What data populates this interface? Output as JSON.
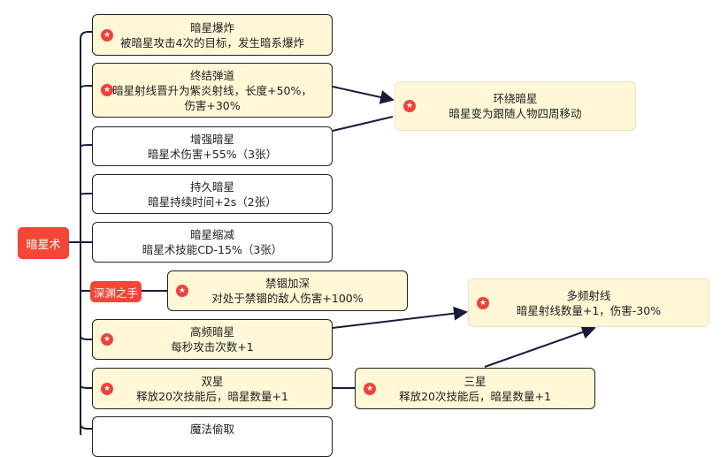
{
  "colors": {
    "root": "#f24636",
    "node_highlight": "#fff7d6",
    "node_plain": "#ffffff",
    "star": "#f0413b",
    "line": "#1a1a3a"
  },
  "root": {
    "label": "暗星术"
  },
  "sub_root": {
    "label": "深渊之手"
  },
  "nodes": [
    {
      "title": "暗星爆炸",
      "desc": [
        "被暗星攻击4次的目标，发生暗系爆炸"
      ]
    },
    {
      "title": "终结弹道",
      "desc": [
        "暗星射线晋升为紫炎射线，长度+50%，",
        "伤害+30%"
      ]
    },
    {
      "title": "增强暗星",
      "desc": [
        "暗星术伤害+55%（3张）"
      ]
    },
    {
      "title": "持久暗星",
      "desc": [
        "暗星持续时间+2s（2张）"
      ]
    },
    {
      "title": "暗星缩减",
      "desc": [
        "暗星术技能CD-15%（3张）"
      ]
    },
    {
      "title": "禁锢加深",
      "desc": [
        "对处于禁锢的敌人伤害+100%"
      ]
    },
    {
      "title": "高频暗星",
      "desc": [
        "每秒攻击次数+1"
      ]
    },
    {
      "title": "双星",
      "desc": [
        "释放20次技能后，暗星数量+1"
      ]
    },
    {
      "title": "魔法偷取",
      "desc": []
    },
    {
      "title": "环绕暗星",
      "desc": [
        "暗星变为跟随人物四周移动"
      ]
    },
    {
      "title": "多频射线",
      "desc": [
        "暗星射线数量+1，伤害-30%"
      ]
    },
    {
      "title": "三星",
      "desc": [
        "释放20次技能后，暗星数量+1"
      ]
    }
  ],
  "icons": {
    "star": "star-badge-icon"
  }
}
